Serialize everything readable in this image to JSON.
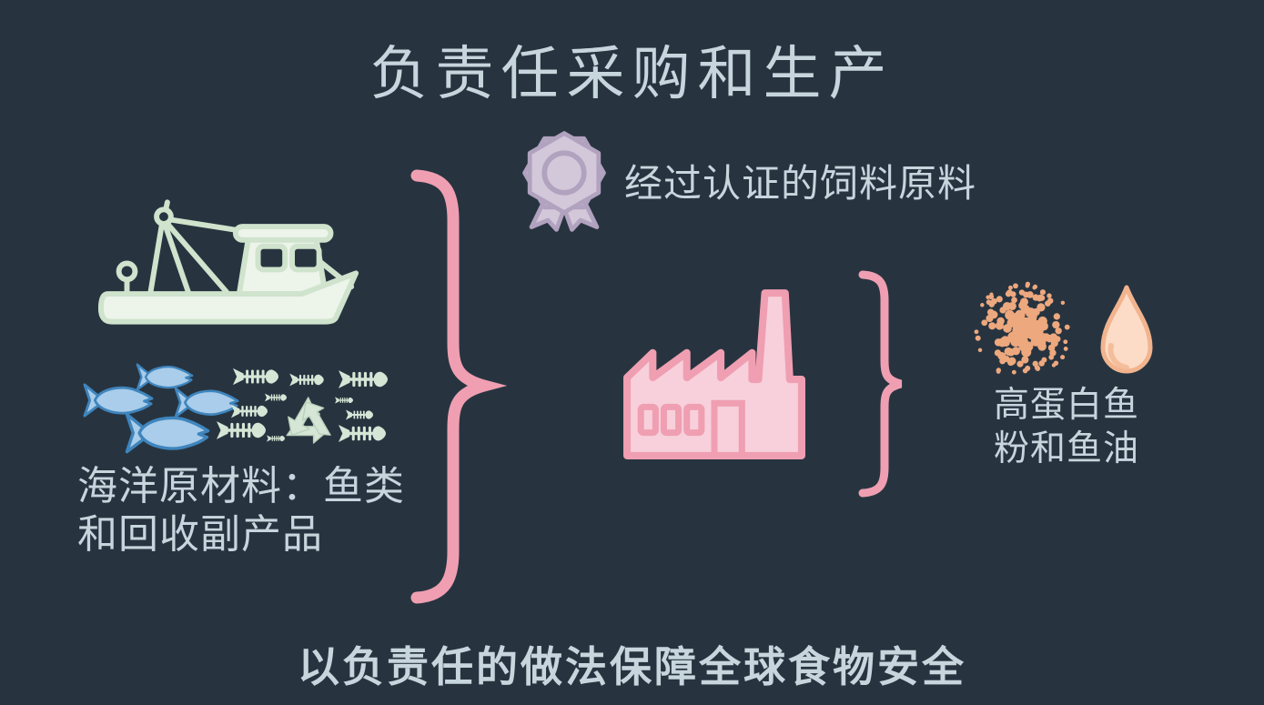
{
  "title": "负责任采购和生产",
  "sections": {
    "certified": {
      "label": "经过认证的饲料原料",
      "icon": "award-ribbon-icon"
    },
    "marine_inputs": {
      "label_line1": "海洋原材料：鱼类",
      "label_line2": "和回收副产品",
      "icons": [
        "fishing-boat-icon",
        "fish-school-icon",
        "fish-skeleton-icon",
        "recycle-icon"
      ]
    },
    "production": {
      "icon": "factory-icon"
    },
    "output": {
      "label_line1": "高蛋白鱼",
      "label_line2": "粉和鱼油",
      "icons": [
        "fishmeal-dots-icon",
        "oil-drop-icon"
      ]
    }
  },
  "footer": "以负责任的做法保障全球食物安全",
  "colors": {
    "bg": "#273440",
    "text": "#c7d5dd",
    "pink": "#ef9fb1",
    "pink-light": "#f7d0dc",
    "mint": "#edf4ea",
    "mint-deep": "#cfe3cd",
    "bones": "#d5e6d6",
    "bones-deep": "#b9d0bb",
    "blue-light": "#a9cdea",
    "blue-deep": "#3f85bd",
    "lav": "#d3c7da",
    "lav-deep": "#b1a2bf",
    "peach": "#fcdcc6",
    "peach-deep": "#f2b48e",
    "meal": "#eda87e"
  }
}
